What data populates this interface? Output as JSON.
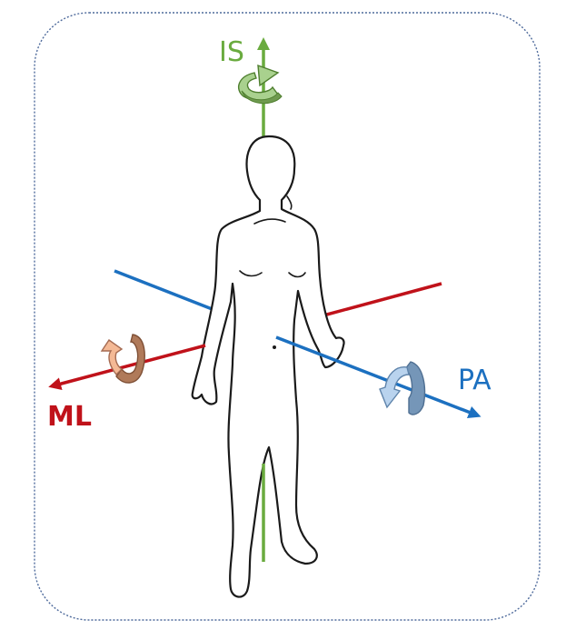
{
  "axes": [
    {
      "id": "is",
      "label": "IS",
      "color": "#6aab3f",
      "arrow_color": "#8ac460",
      "arrow_edge": "#4f7f2f"
    },
    {
      "id": "ml",
      "label": "ML",
      "color": "#c0121a",
      "arrow_color": "#f2b892",
      "arrow_edge": "#a56b52"
    },
    {
      "id": "pa",
      "label": "PA",
      "color": "#1c70c0",
      "arrow_color": "#a8c8e8",
      "arrow_edge": "#5f84ab"
    }
  ],
  "colors": {
    "frame_border": "#4f6b9c",
    "figure_stroke": "#1a1a1a",
    "figure_fill": "#ffffff"
  }
}
